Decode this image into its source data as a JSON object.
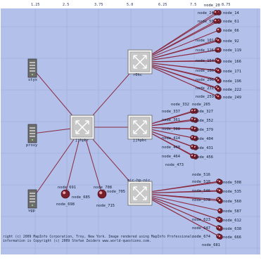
{
  "colors": {
    "canvas": "#b3c1ea",
    "grid": "#9fb0dc",
    "edge": "#8a2a40",
    "node": "#7a1e2c",
    "switch": "#c8c8c8",
    "server": "#6d6d6d"
  },
  "ticks": {
    "x_labels": [
      "1.25",
      "2.5",
      "3.75",
      "5.0",
      "6.25",
      "7.5",
      "8.75"
    ]
  },
  "servers": [
    {
      "id": "styx",
      "label": "styx"
    },
    {
      "id": "proxy",
      "label": "proxy"
    },
    {
      "id": "vgp",
      "label": "vgp"
    }
  ],
  "switches": [
    {
      "id": "r0hc",
      "label": "r0hc"
    },
    {
      "id": "jjhpbr",
      "label": "jjhpbr"
    },
    {
      "id": "jjhpbc",
      "label": "jjhpbc"
    },
    {
      "id": "nic",
      "label": "nic-hp-nic"
    }
  ],
  "leaf_nodes": [
    {
      "id": "n20",
      "label": "node_20"
    },
    {
      "id": "n14",
      "label": "node_14"
    },
    {
      "id": "n24",
      "label": "node_24"
    },
    {
      "id": "n61",
      "label": "node_61"
    },
    {
      "id": "n50",
      "label": "node_50"
    },
    {
      "id": "n66",
      "label": "node_66"
    },
    {
      "id": "n101",
      "label": "node_101"
    },
    {
      "id": "n92",
      "label": "node_92"
    },
    {
      "id": "n126",
      "label": "node_126"
    },
    {
      "id": "n119",
      "label": "node_119"
    },
    {
      "id": "n154",
      "label": "node_154"
    },
    {
      "id": "n166",
      "label": "node_166"
    },
    {
      "id": "n180",
      "label": "node_180"
    },
    {
      "id": "n171",
      "label": "node_171"
    },
    {
      "id": "n206",
      "label": "node_206"
    },
    {
      "id": "n196",
      "label": "node_196"
    },
    {
      "id": "n231",
      "label": "node_231"
    },
    {
      "id": "n222",
      "label": "node_222"
    },
    {
      "id": "n259",
      "label": "node_259"
    },
    {
      "id": "n249",
      "label": "node_249"
    },
    {
      "id": "n265",
      "label": "node_265"
    },
    {
      "id": "n332",
      "label": "node_332"
    },
    {
      "id": "n337",
      "label": "node_337"
    },
    {
      "id": "n327",
      "label": "node_327"
    },
    {
      "id": "n361",
      "label": "node_361"
    },
    {
      "id": "n352",
      "label": "node_352"
    },
    {
      "id": "n388",
      "label": "node_388"
    },
    {
      "id": "n379",
      "label": "node_379"
    },
    {
      "id": "n414",
      "label": "node_414"
    },
    {
      "id": "n404",
      "label": "node_404"
    },
    {
      "id": "n440",
      "label": "node_440"
    },
    {
      "id": "n431",
      "label": "node_431"
    },
    {
      "id": "n464",
      "label": "node_464"
    },
    {
      "id": "n456",
      "label": "node_456"
    },
    {
      "id": "n473",
      "label": "node_473"
    },
    {
      "id": "n516",
      "label": "node_516"
    },
    {
      "id": "n518",
      "label": "node_518"
    },
    {
      "id": "n508",
      "label": "node_508"
    },
    {
      "id": "n546",
      "label": "node_546"
    },
    {
      "id": "n535",
      "label": "node_535"
    },
    {
      "id": "n570",
      "label": "node_570"
    },
    {
      "id": "n560",
      "label": "node_560"
    },
    {
      "id": "n587",
      "label": "node_587"
    },
    {
      "id": "n623",
      "label": "node_623"
    },
    {
      "id": "n612",
      "label": "node_612"
    },
    {
      "id": "n647",
      "label": "node_647"
    },
    {
      "id": "n638",
      "label": "node_638"
    },
    {
      "id": "n674",
      "label": "node_674"
    },
    {
      "id": "n666",
      "label": "node_666"
    },
    {
      "id": "n681",
      "label": "node_681"
    },
    {
      "id": "n691",
      "label": "node_691"
    },
    {
      "id": "n685",
      "label": "node_685"
    },
    {
      "id": "n698",
      "label": "node_698"
    },
    {
      "id": "n708",
      "label": "node_708"
    },
    {
      "id": "n705",
      "label": "node_705"
    },
    {
      "id": "n715",
      "label": "node_715"
    }
  ],
  "edges": [
    [
      "styx",
      "jjhpbr"
    ],
    [
      "proxy",
      "jjhpbr"
    ],
    [
      "vgp",
      "jjhpbr"
    ],
    [
      "jjhpbr",
      "r0hc"
    ],
    [
      "jjhpbr",
      "jjhpbc"
    ],
    [
      "jjhpbr",
      "nic"
    ],
    [
      "jjhpbr",
      "n691"
    ],
    [
      "jjhpbr",
      "n708"
    ],
    [
      "r0hc",
      "n14"
    ],
    [
      "r0hc",
      "n24"
    ],
    [
      "r0hc",
      "n61"
    ],
    [
      "r0hc",
      "n50"
    ],
    [
      "r0hc",
      "n66"
    ],
    [
      "r0hc",
      "n101"
    ],
    [
      "r0hc",
      "n92"
    ],
    [
      "r0hc",
      "n126"
    ],
    [
      "r0hc",
      "n119"
    ],
    [
      "r0hc",
      "n154"
    ],
    [
      "r0hc",
      "n166"
    ],
    [
      "r0hc",
      "n180"
    ],
    [
      "r0hc",
      "n171"
    ],
    [
      "r0hc",
      "n206"
    ],
    [
      "r0hc",
      "n196"
    ],
    [
      "r0hc",
      "n231"
    ],
    [
      "r0hc",
      "n222"
    ],
    [
      "r0hc",
      "n259"
    ],
    [
      "r0hc",
      "n249"
    ],
    [
      "jjhpbc",
      "n337"
    ],
    [
      "jjhpbc",
      "n327"
    ],
    [
      "jjhpbc",
      "n361"
    ],
    [
      "jjhpbc",
      "n352"
    ],
    [
      "jjhpbc",
      "n388"
    ],
    [
      "jjhpbc",
      "n379"
    ],
    [
      "jjhpbc",
      "n414"
    ],
    [
      "jjhpbc",
      "n404"
    ],
    [
      "jjhpbc",
      "n440"
    ],
    [
      "jjhpbc",
      "n431"
    ],
    [
      "jjhpbc",
      "n464"
    ],
    [
      "jjhpbc",
      "n456"
    ],
    [
      "nic",
      "n518"
    ],
    [
      "nic",
      "n508"
    ],
    [
      "nic",
      "n546"
    ],
    [
      "nic",
      "n535"
    ],
    [
      "nic",
      "n570"
    ],
    [
      "nic",
      "n560"
    ],
    [
      "nic",
      "n587"
    ],
    [
      "nic",
      "n623"
    ],
    [
      "nic",
      "n612"
    ],
    [
      "nic",
      "n647"
    ],
    [
      "nic",
      "n638"
    ],
    [
      "nic",
      "n674"
    ],
    [
      "nic",
      "n666"
    ]
  ],
  "footer": {
    "line1": "right (c) 2009 MapInfo Corporation, Troy, New York. Image rendered using MapInfo Professional;",
    "line2": "information is Copyright (c) 2009 Stefan Zeiders www.world-questions.com."
  }
}
